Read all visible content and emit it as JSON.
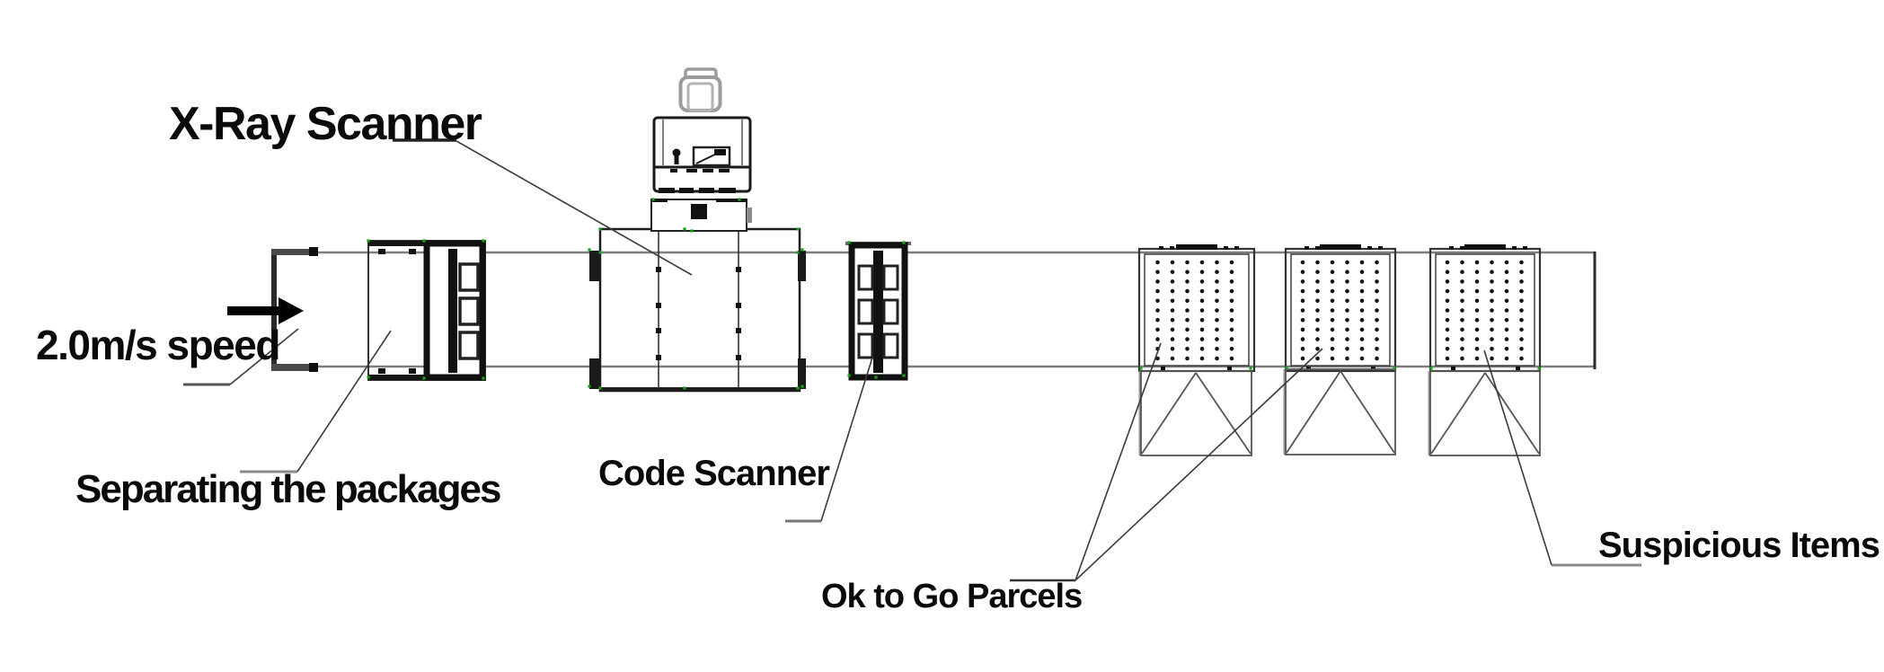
{
  "diagram": {
    "labels": {
      "xray": "X-Ray Scanner",
      "speed": "2.0m/s speed",
      "separating": "Separating the packages",
      "code": "Code Scanner",
      "parcels": "Ok to Go Parcels",
      "suspicious": "Suspicious Items"
    },
    "belt_speed": "2.0m/s",
    "components": [
      "infeed-conveyor-belt",
      "belt-direction-arrow",
      "package-separator",
      "x-ray-scanner-tunnel",
      "operator-monitor-station",
      "operator-chair",
      "code-scanner-gate",
      "sorting-bin-1",
      "sorting-bin-2",
      "sorting-bin-3",
      "discharge-chute-1",
      "discharge-chute-2",
      "discharge-chute-3"
    ],
    "colors": {
      "line": "#1a1a1a",
      "rail_gray": "#7d7d7d",
      "leader": "#3a3a3a",
      "marker_green": "#19a319",
      "machine_gray": "#9c9c9c",
      "text": "#0a0a0a"
    }
  }
}
